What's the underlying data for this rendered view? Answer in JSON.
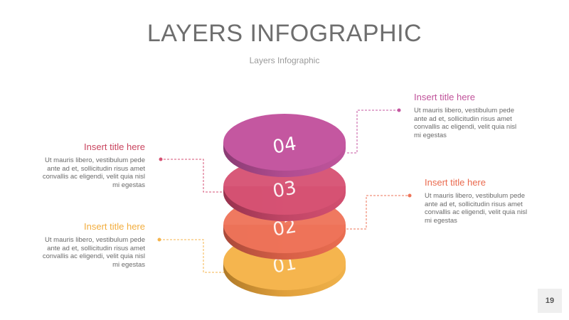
{
  "header": {
    "title": "LAYERS INFOGRAPHIC",
    "subtitle": "Layers Infographic"
  },
  "colors": {
    "layer1": "#f5b54e",
    "layer2": "#ee7459",
    "layer3": "#d65274",
    "layer4": "#c457a0",
    "title_text": "#6e6e6e",
    "body_text": "#6a6a6a"
  },
  "layers": [
    {
      "label": "01"
    },
    {
      "label": "02"
    },
    {
      "label": "03"
    },
    {
      "label": "04"
    }
  ],
  "callouts": {
    "top_right": {
      "title": "Insert title here",
      "body": "Ut mauris libero, vestibulum pede ante ad et, sollicitudin risus amet convallis ac eligendi, velit quia nisl mi egestas",
      "color": "#c0529a"
    },
    "upper_left": {
      "title": "Insert title here",
      "body": "Ut mauris libero, vestibulum pede ante ad et, sollicitudin risus amet convallis ac eligendi, velit quia nisl mi egestas",
      "color": "#c9455f"
    },
    "lower_right": {
      "title": "Insert title here",
      "body": "Ut mauris libero, vestibulum pede ante ad et, sollicitudin risus amet convallis ac eligendi, velit quia nisl mi egestas",
      "color": "#ea6a4e"
    },
    "lower_left": {
      "title": "Insert title here",
      "body": "Ut mauris libero, vestibulum pede ante ad et, sollicitudin risus amet convallis ac eligendi, velit quia nisl mi egestas",
      "color": "#f2ad3e"
    }
  },
  "page_number": "19"
}
